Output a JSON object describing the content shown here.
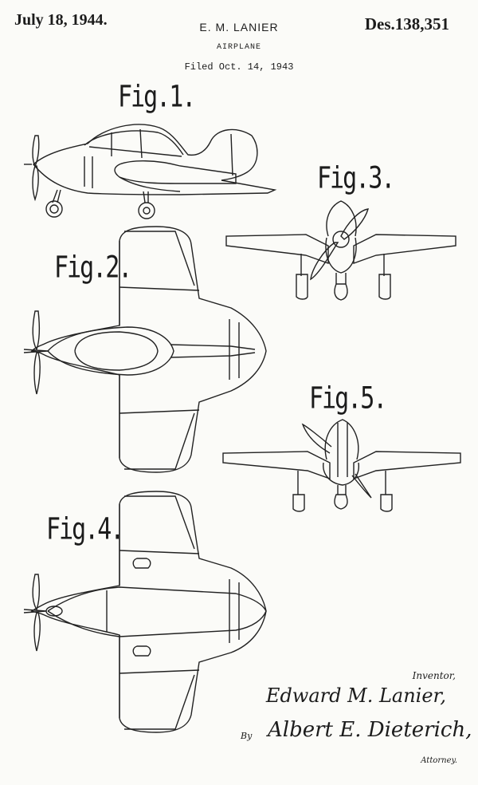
{
  "header": {
    "date": "July 18, 1944.",
    "inventor": "E. M. LANIER",
    "patent_number": "Des.138,351",
    "title": "AIRPLANE",
    "filed": "Filed Oct. 14, 1943"
  },
  "figures": {
    "fig1": "Fig.1.",
    "fig2": "Fig.2.",
    "fig3": "Fig.3.",
    "fig4": "Fig.4.",
    "fig5": "Fig.5."
  },
  "signatures": {
    "inventor_label": "Inventor,",
    "inventor_name": "Edward M. Lanier,",
    "by": "By",
    "attorney_name": "Albert E. Dieterich,",
    "attorney_label": "Attorney."
  }
}
